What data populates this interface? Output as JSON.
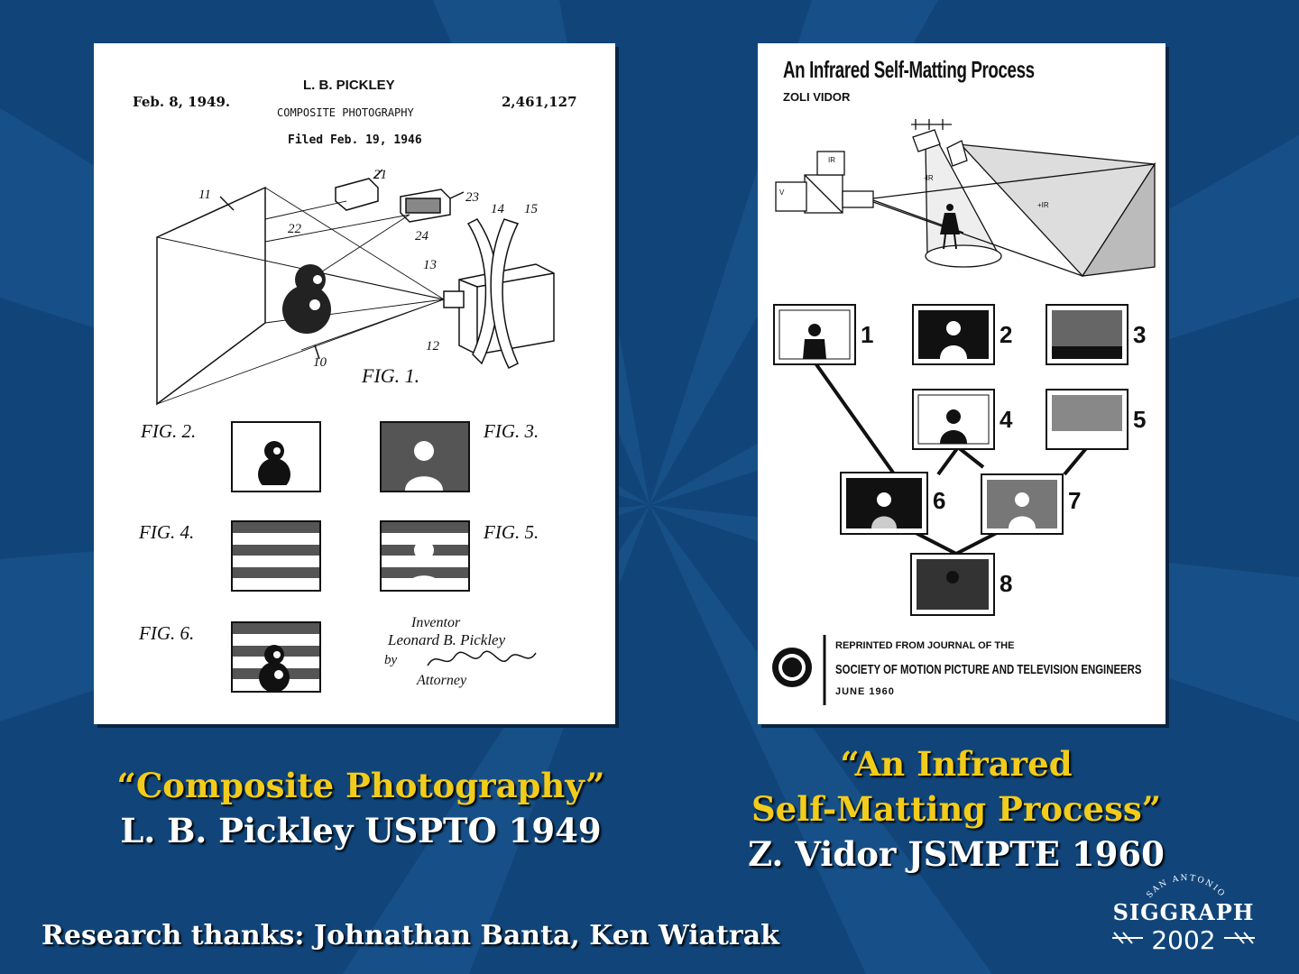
{
  "left_doc": {
    "inventor": "L. B. PICKLEY",
    "date": "Feb. 8, 1949.",
    "patent_no": "2,461,127",
    "subject": "COMPOSITE PHOTOGRAPHY",
    "filed": "Filed Feb. 19, 1946",
    "fig1_label": "FIG. 1.",
    "fig2_label": "FIG. 2.",
    "fig3_label": "FIG. 3.",
    "fig4_label": "FIG. 4.",
    "fig5_label": "FIG. 5.",
    "fig6_label": "FIG. 6.",
    "ref_numbers": [
      "11",
      "22",
      "21",
      "23",
      "24",
      "14",
      "15",
      "13",
      "12",
      "10"
    ],
    "signature_inventor": "Inventor",
    "signature_name": "Leonard B. Pickley",
    "signature_by": "by",
    "signature_attorney": "Attorney"
  },
  "right_doc": {
    "title": "An Infrared Self-Matting Process",
    "author": "ZOLI VIDOR",
    "diagram_labels": [
      "IR",
      "V",
      "-IR",
      "+IR"
    ],
    "panel_numbers": [
      "1",
      "2",
      "3",
      "4",
      "5",
      "6",
      "7",
      "8"
    ],
    "footer_line1": "REPRINTED FROM JOURNAL OF THE",
    "footer_line2": "SOCIETY OF MOTION PICTURE AND TELEVISION ENGINEERS",
    "footer_line3": "JUNE 1960"
  },
  "captions": {
    "left_title": "“Composite Photography”",
    "left_citation": "L. B. Pickley USPTO 1949",
    "right_title_line1": "“An Infrared",
    "right_title_line2": "Self-Matting Process”",
    "right_citation": "Z. Vidor JSMPTE 1960"
  },
  "credits": "Research thanks: Johnathan Banta, Ken Wiatrak",
  "logo": {
    "top_text": "SAN ANTONIO",
    "name": "SIGGRAPH",
    "year": "2002"
  },
  "colors": {
    "background": "#11457a",
    "caption_title": "#f2cc1a",
    "caption_text": "#ffffff"
  }
}
